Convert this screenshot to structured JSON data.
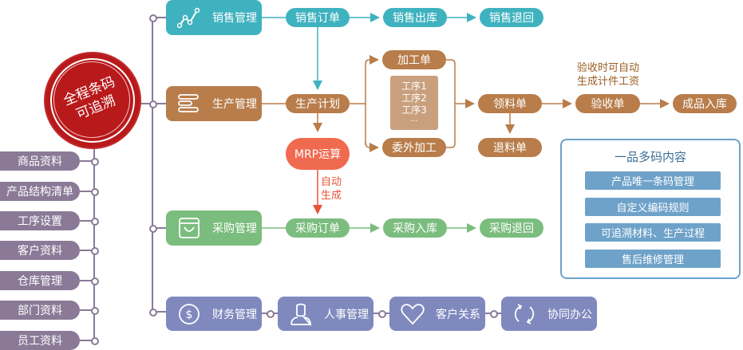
{
  "colors": {
    "sales": "#3fb2bf",
    "production": "#b87d4b",
    "production_light": "#c9a07e",
    "mrp": "#f06a50",
    "mrp_note": "#e8533a",
    "purchase": "#7bbd7e",
    "bottom_modules": "#7f89be",
    "base_data": "#8a7a97",
    "center_seal": "#b8191b",
    "feature_box_border": "#6ea2c9",
    "feature_item": "#6ea2c9",
    "note_text": "#9a5d22"
  },
  "center": {
    "line1": "全程条码",
    "line2": "可追溯"
  },
  "base_data": {
    "items": [
      "商品资料",
      "产品结构清单",
      "工序设置",
      "客户资料",
      "仓库管理",
      "部门资料",
      "员工资料"
    ]
  },
  "modules": {
    "sales": {
      "label": "销售管理",
      "icon": "line-chart-icon"
    },
    "production": {
      "label": "生产管理",
      "icon": "list-bars-icon"
    },
    "purchase": {
      "label": "采购管理",
      "icon": "shopping-bag-icon"
    },
    "finance": {
      "label": "财务管理",
      "icon": "dollar-icon"
    },
    "hr": {
      "label": "人事管理",
      "icon": "user-icon"
    },
    "crm": {
      "label": "客户关系",
      "icon": "heart-icon"
    },
    "office": {
      "label": "协同办公",
      "icon": "sync-icon"
    }
  },
  "sales_flow": [
    "销售订单",
    "销售出库",
    "销售退回"
  ],
  "production_flow": {
    "plan": "生产计划",
    "mrp": "MRP运算",
    "mrp_note": [
      "自动",
      "生成"
    ],
    "processing": "加工单",
    "processes": [
      "工序1",
      "工序2",
      "工序3",
      "..."
    ],
    "outsourcing": "委外加工",
    "requisition": "领料单",
    "return_material": "退料单",
    "inspection": "验收单",
    "inspection_note": [
      "验收时可自动",
      "生成计件工资"
    ],
    "finished_goods": "成品入库"
  },
  "purchase_flow": [
    "采购订单",
    "采购入库",
    "采购退回"
  ],
  "feature_box": {
    "title": "一品多码内容",
    "items": [
      "产品唯一条码管理",
      "自定义编码规则",
      "可追溯材料、生产过程",
      "售后维修管理"
    ]
  }
}
